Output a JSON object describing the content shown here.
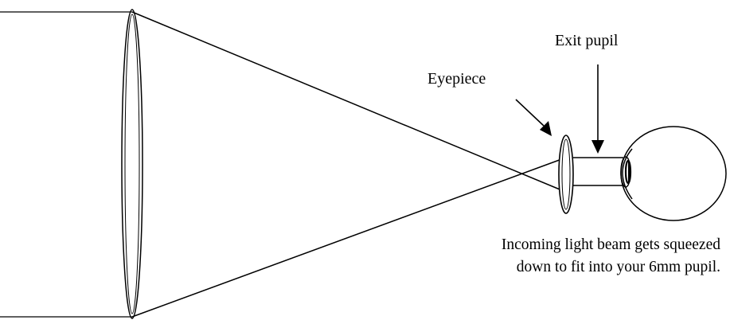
{
  "labels": {
    "exit_pupil": "Exit pupil",
    "eyepiece": "Eyepiece"
  },
  "caption": {
    "line1": "Incoming light beam gets squeezed",
    "line2": "down to fit into your 6mm pupil."
  },
  "colors": {
    "line": "#000000",
    "background": "#ffffff"
  }
}
